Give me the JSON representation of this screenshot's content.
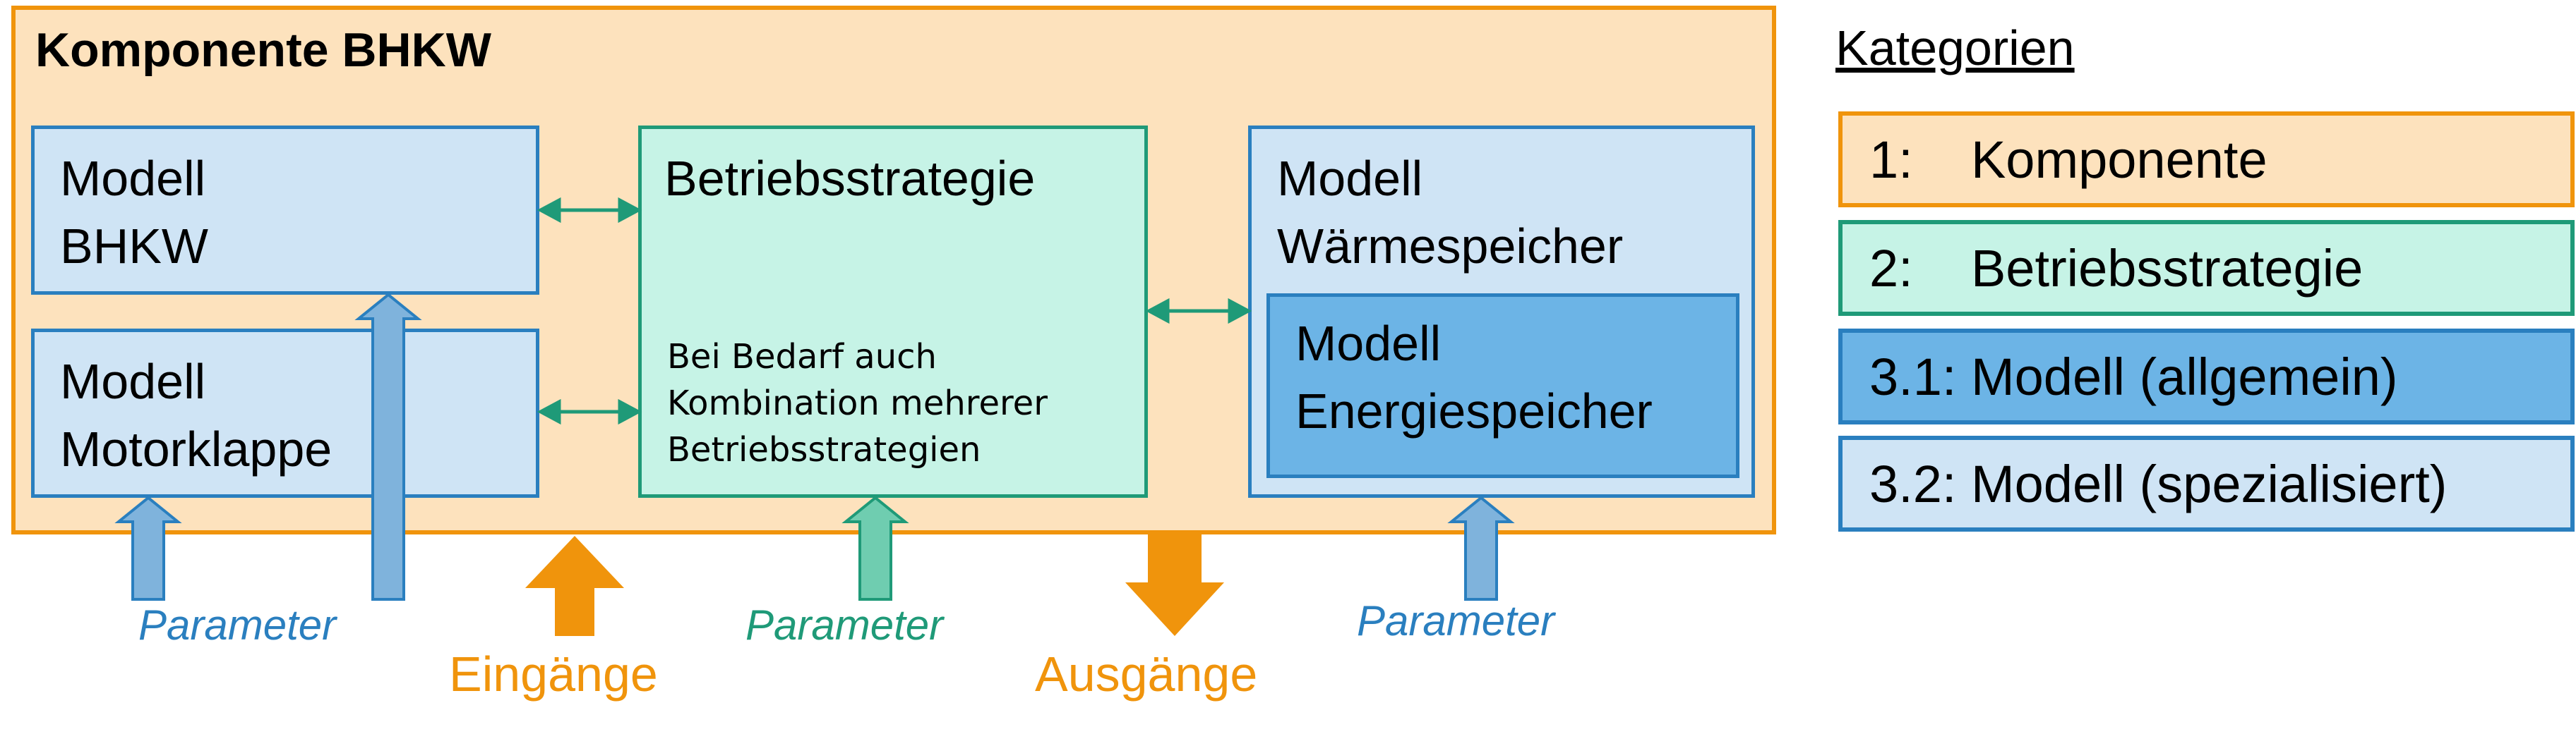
{
  "component": {
    "title": "Komponente BHKW"
  },
  "boxes": {
    "bhkw": "Modell\nBHKW",
    "motorklappe": "Modell\nMotorklappe",
    "strategie": "Betriebsstrategie",
    "strategie_note": "Bei Bedarf auch\nKombination mehrerer\nBetriebsstrategien",
    "waermespeicher": "Modell\nWärmespeicher",
    "energiespeicher": "Modell\nEnergiespeicher"
  },
  "labels": {
    "param_left": "Parameter",
    "param_mid": "Parameter",
    "param_right": "Parameter",
    "inputs": "Eingänge",
    "outputs": "Ausgänge"
  },
  "legend": {
    "title": "Kategorien",
    "items": [
      "1:    Komponente",
      "2:    Betriebsstrategie",
      "3.1: Modell (allgemein)",
      "3.2: Modell (spezialisiert)"
    ]
  },
  "colors": {
    "component": "#f0940c",
    "strategy": "#1f9a78",
    "model": "#2a7fbf",
    "model_general": "#6cb4e6",
    "model_special": "#cfe4f5"
  }
}
